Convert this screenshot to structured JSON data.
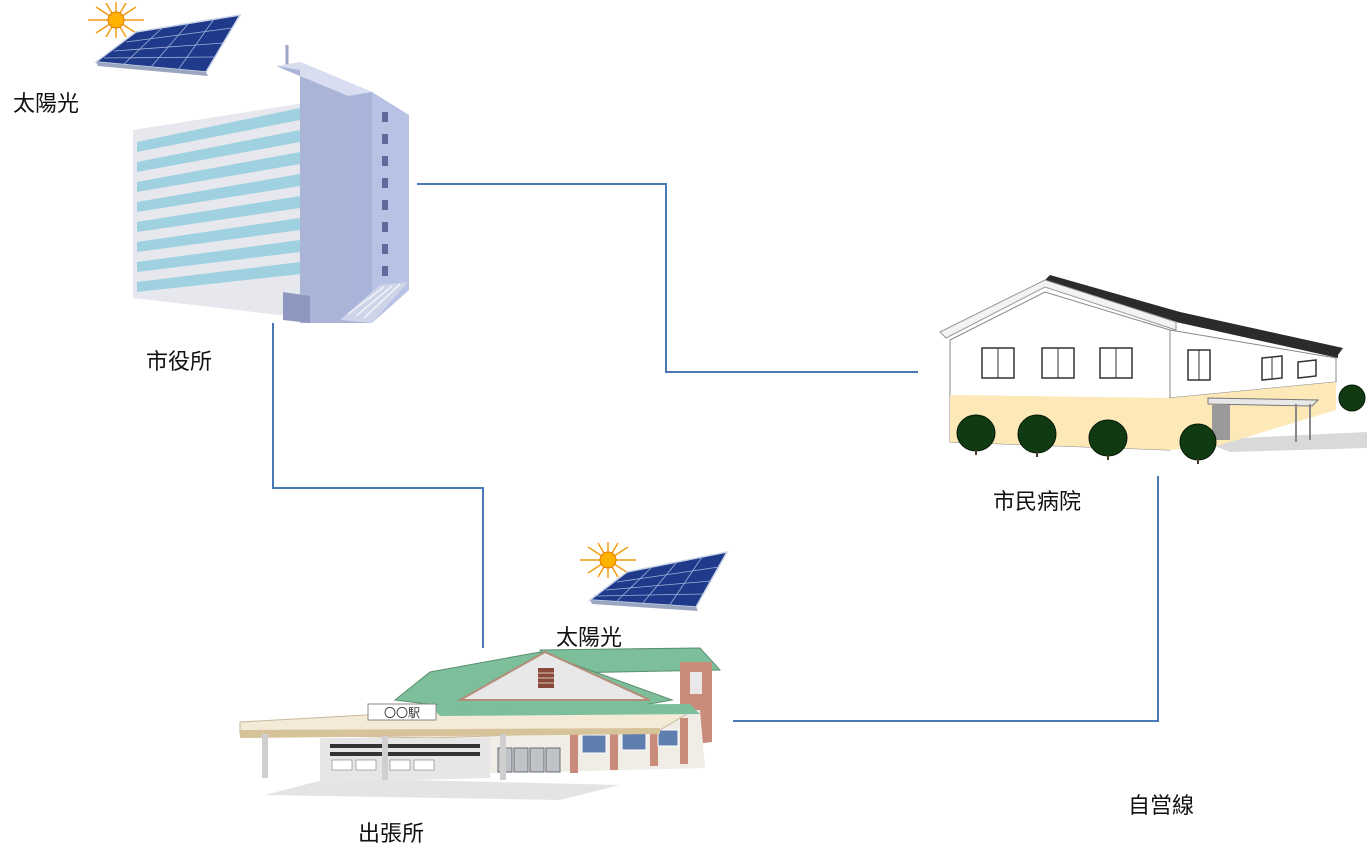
{
  "labels": {
    "solar_top": "太陽光",
    "city_hall": "市役所",
    "hospital": "市民病院",
    "solar_bottom": "太陽光",
    "branch_office": "出張所",
    "private_line": "自営線"
  },
  "station_sign": "〇〇駅",
  "colors": {
    "line": "#4a7ab5",
    "solar_panel": "#1f3a8a",
    "sun": "#f39c12",
    "hospital_roof": "#2b2b2b",
    "hospital_base": "#fde8b8",
    "station_roof": "#7dbf9a",
    "tree": "#0f3a12"
  },
  "icons": [
    "sun-icon",
    "solar-panel-icon",
    "city-hall-icon",
    "hospital-icon",
    "station-icon"
  ]
}
